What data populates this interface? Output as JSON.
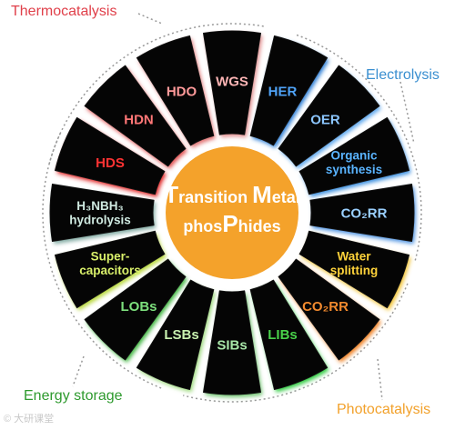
{
  "center": {
    "line1_big1": "T",
    "line1_rest1": "ransition ",
    "line1_big2": "M",
    "line1_rest2": "etal",
    "line2_part1": "phos",
    "line2_big": "P",
    "line2_part2": "hides",
    "fill_color": "#F4A22B"
  },
  "categories": [
    {
      "label": "Thermocatalysis",
      "color": "#E0404A"
    },
    {
      "label": "Electrolysis",
      "color": "#3A8FD0"
    },
    {
      "label": "Photocatalysis",
      "color": "#F2A12B"
    },
    {
      "label": "Energy storage",
      "color": "#2E9A2E"
    }
  ],
  "segments": [
    {
      "lines": [
        "HDS"
      ],
      "text_color": "#FF3333",
      "glow": "#E02020"
    },
    {
      "lines": [
        "HDN"
      ],
      "text_color": "#FF7777",
      "glow": "#E05050"
    },
    {
      "lines": [
        "HDO"
      ],
      "text_color": "#FF9A9A",
      "glow": "#E07070"
    },
    {
      "lines": [
        "WGS"
      ],
      "text_color": "#FFB6B6",
      "glow": "#E08A8A"
    },
    {
      "lines": [
        "HER"
      ],
      "text_color": "#4FA3F7",
      "glow": "#2E7FD6"
    },
    {
      "lines": [
        "OER"
      ],
      "text_color": "#8CC6FF",
      "glow": "#5FA8EE"
    },
    {
      "lines": [
        "Organic",
        "synthesis"
      ],
      "text_color": "#5AB4FF",
      "glow": "#3A8FDF"
    },
    {
      "lines": [
        "CO₂RR"
      ],
      "text_color": "#9AD0FF",
      "glow": "#4A90E0"
    },
    {
      "lines": [
        "Water",
        "splitting"
      ],
      "text_color": "#FFD33A",
      "glow": "#F2C230"
    },
    {
      "lines": [
        "CO₂RR"
      ],
      "text_color": "#F28A2E",
      "glow": "#F08020"
    },
    {
      "lines": [
        "LIBs"
      ],
      "text_color": "#49D14A",
      "glow": "#2ECC40"
    },
    {
      "lines": [
        "SIBs"
      ],
      "text_color": "#A8E6A8",
      "glow": "#6FC46F"
    },
    {
      "lines": [
        "LSBs"
      ],
      "text_color": "#C9F2B0",
      "glow": "#9BD97A"
    },
    {
      "lines": [
        "LOBs"
      ],
      "text_color": "#7DE07D",
      "glow": "#3FB53F"
    },
    {
      "lines": [
        "Super-",
        "capacitors"
      ],
      "text_color": "#D9F06A",
      "glow": "#B8D83A"
    },
    {
      "lines": [
        "H₃NBH₃",
        "hydrolysis"
      ],
      "text_color": "#CFE9E0",
      "glow": "#7FA8A0"
    }
  ],
  "watermark": "© 大研课堂",
  "connector_color": "#999999"
}
